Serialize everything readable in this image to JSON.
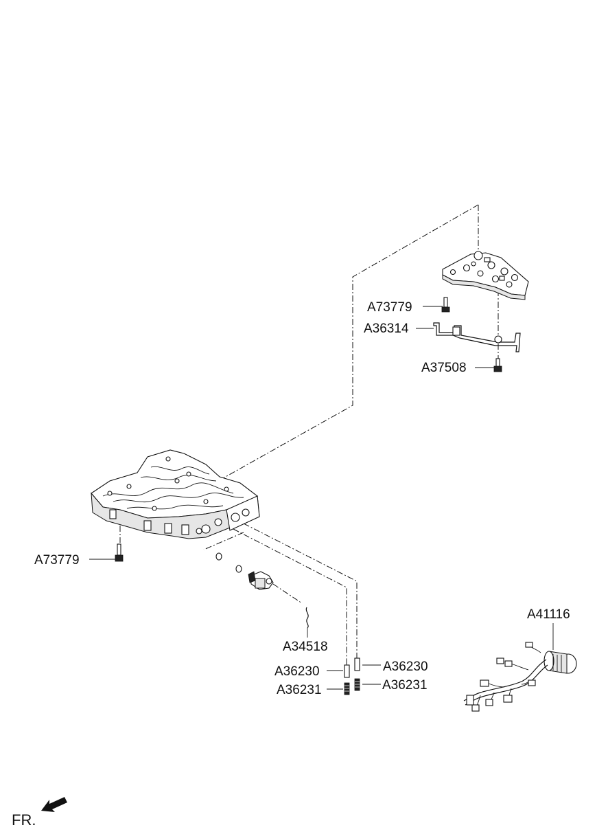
{
  "labels": {
    "a73779_top": "A73779",
    "a36314": "A36314",
    "a37508": "A37508",
    "a73779_left": "A73779",
    "a34518": "A34518",
    "a36230_left": "A36230",
    "a36230_right": "A36230",
    "a36231_left": "A36231",
    "a36231_right": "A36231",
    "a41116": "A41116"
  },
  "direction": {
    "label": "FR."
  }
}
